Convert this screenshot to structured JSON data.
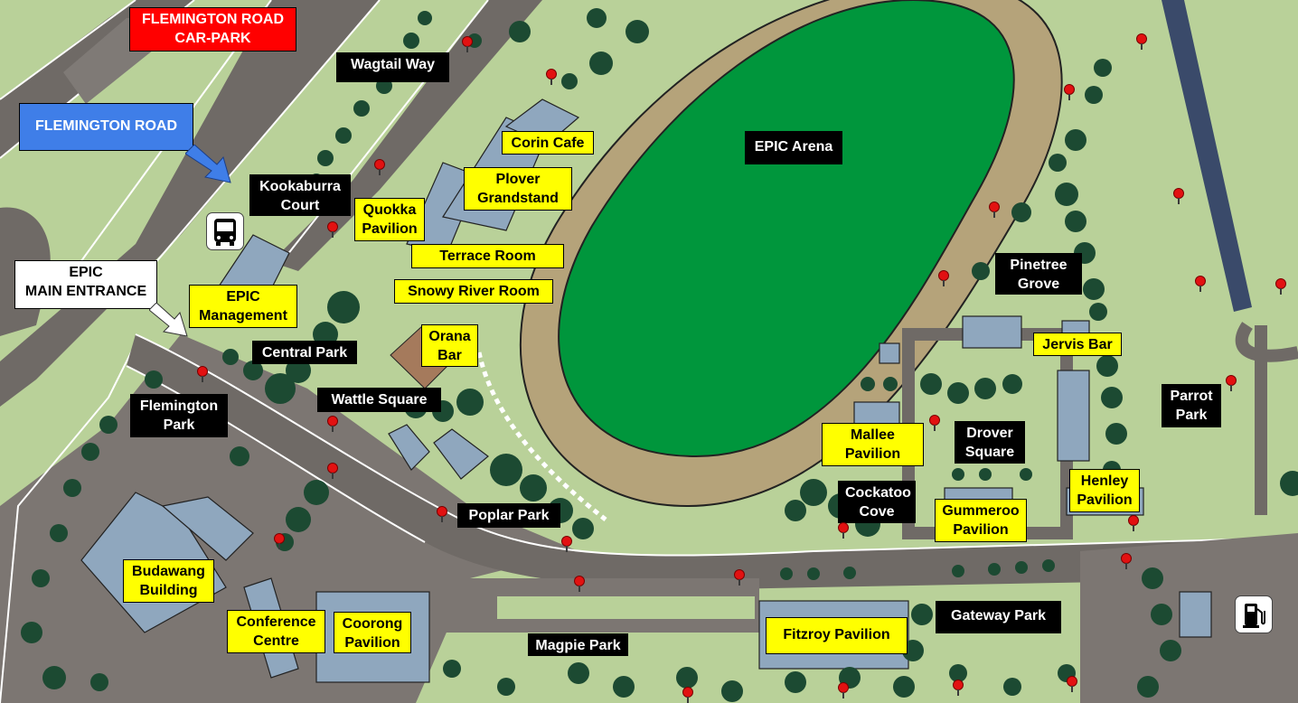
{
  "colors": {
    "grass": "#b9d199",
    "road": "#6f6a66",
    "road_edge": "#ffffff",
    "track": "#b5a37a",
    "arena": "#00963c",
    "building": "#8fa7be",
    "tree": "#1c4a32",
    "pin": "#e21111",
    "label_black": "#000000",
    "label_yellow": "#ffff00",
    "label_red": "#ff0000",
    "label_blue": "#3f7ee8"
  },
  "labels": {
    "flemington_road_carpark": "FLEMINGTON ROAD\nCAR-PARK",
    "flemington_road": "FLEMINGTON ROAD",
    "epic_main_entrance": "EPIC\nMAIN ENTRANCE",
    "wagtail_way": "Wagtail Way",
    "kookaburra_court": "Kookaburra\nCourt",
    "corin_cafe": "Corin Cafe",
    "plover_grandstand": "Plover\nGrandstand",
    "quokka_pavilion": "Quokka\nPavilion",
    "terrace_room": "Terrace Room",
    "snowy_river_room": "Snowy River Room",
    "epic_management": "EPIC\nManagement",
    "central_park": "Central Park",
    "orana_bar": "Orana\nBar",
    "wattle_square": "Wattle Square",
    "flemington_park": "Flemington\nPark",
    "epic_arena": "EPIC Arena",
    "pinetree_grove": "Pinetree\nGrove",
    "jervis_bar": "Jervis Bar",
    "parrot_park": "Parrot\nPark",
    "mallee_pavilion": "Mallee\nPavilion",
    "drover_square": "Drover\nSquare",
    "henley_pavilion": "Henley\nPavilion",
    "cockatoo_cove": "Cockatoo\nCove",
    "gummeroo_pavilion": "Gummeroo\nPavilion",
    "poplar_park": "Poplar Park",
    "budawang_building": "Budawang\nBuilding",
    "conference_centre": "Conference\nCentre",
    "coorong_pavilion": "Coorong\nPavilion",
    "magpie_park": "Magpie Park",
    "fitzroy_pavilion": "Fitzroy Pavilion",
    "gateway_park": "Gateway Park"
  },
  "icons": {
    "bus_stop": "bus-icon",
    "fuel_station": "fuel-pump-icon",
    "entrance_arrow": "arrow-icon",
    "amenity_marker": "location-pin-icon"
  }
}
